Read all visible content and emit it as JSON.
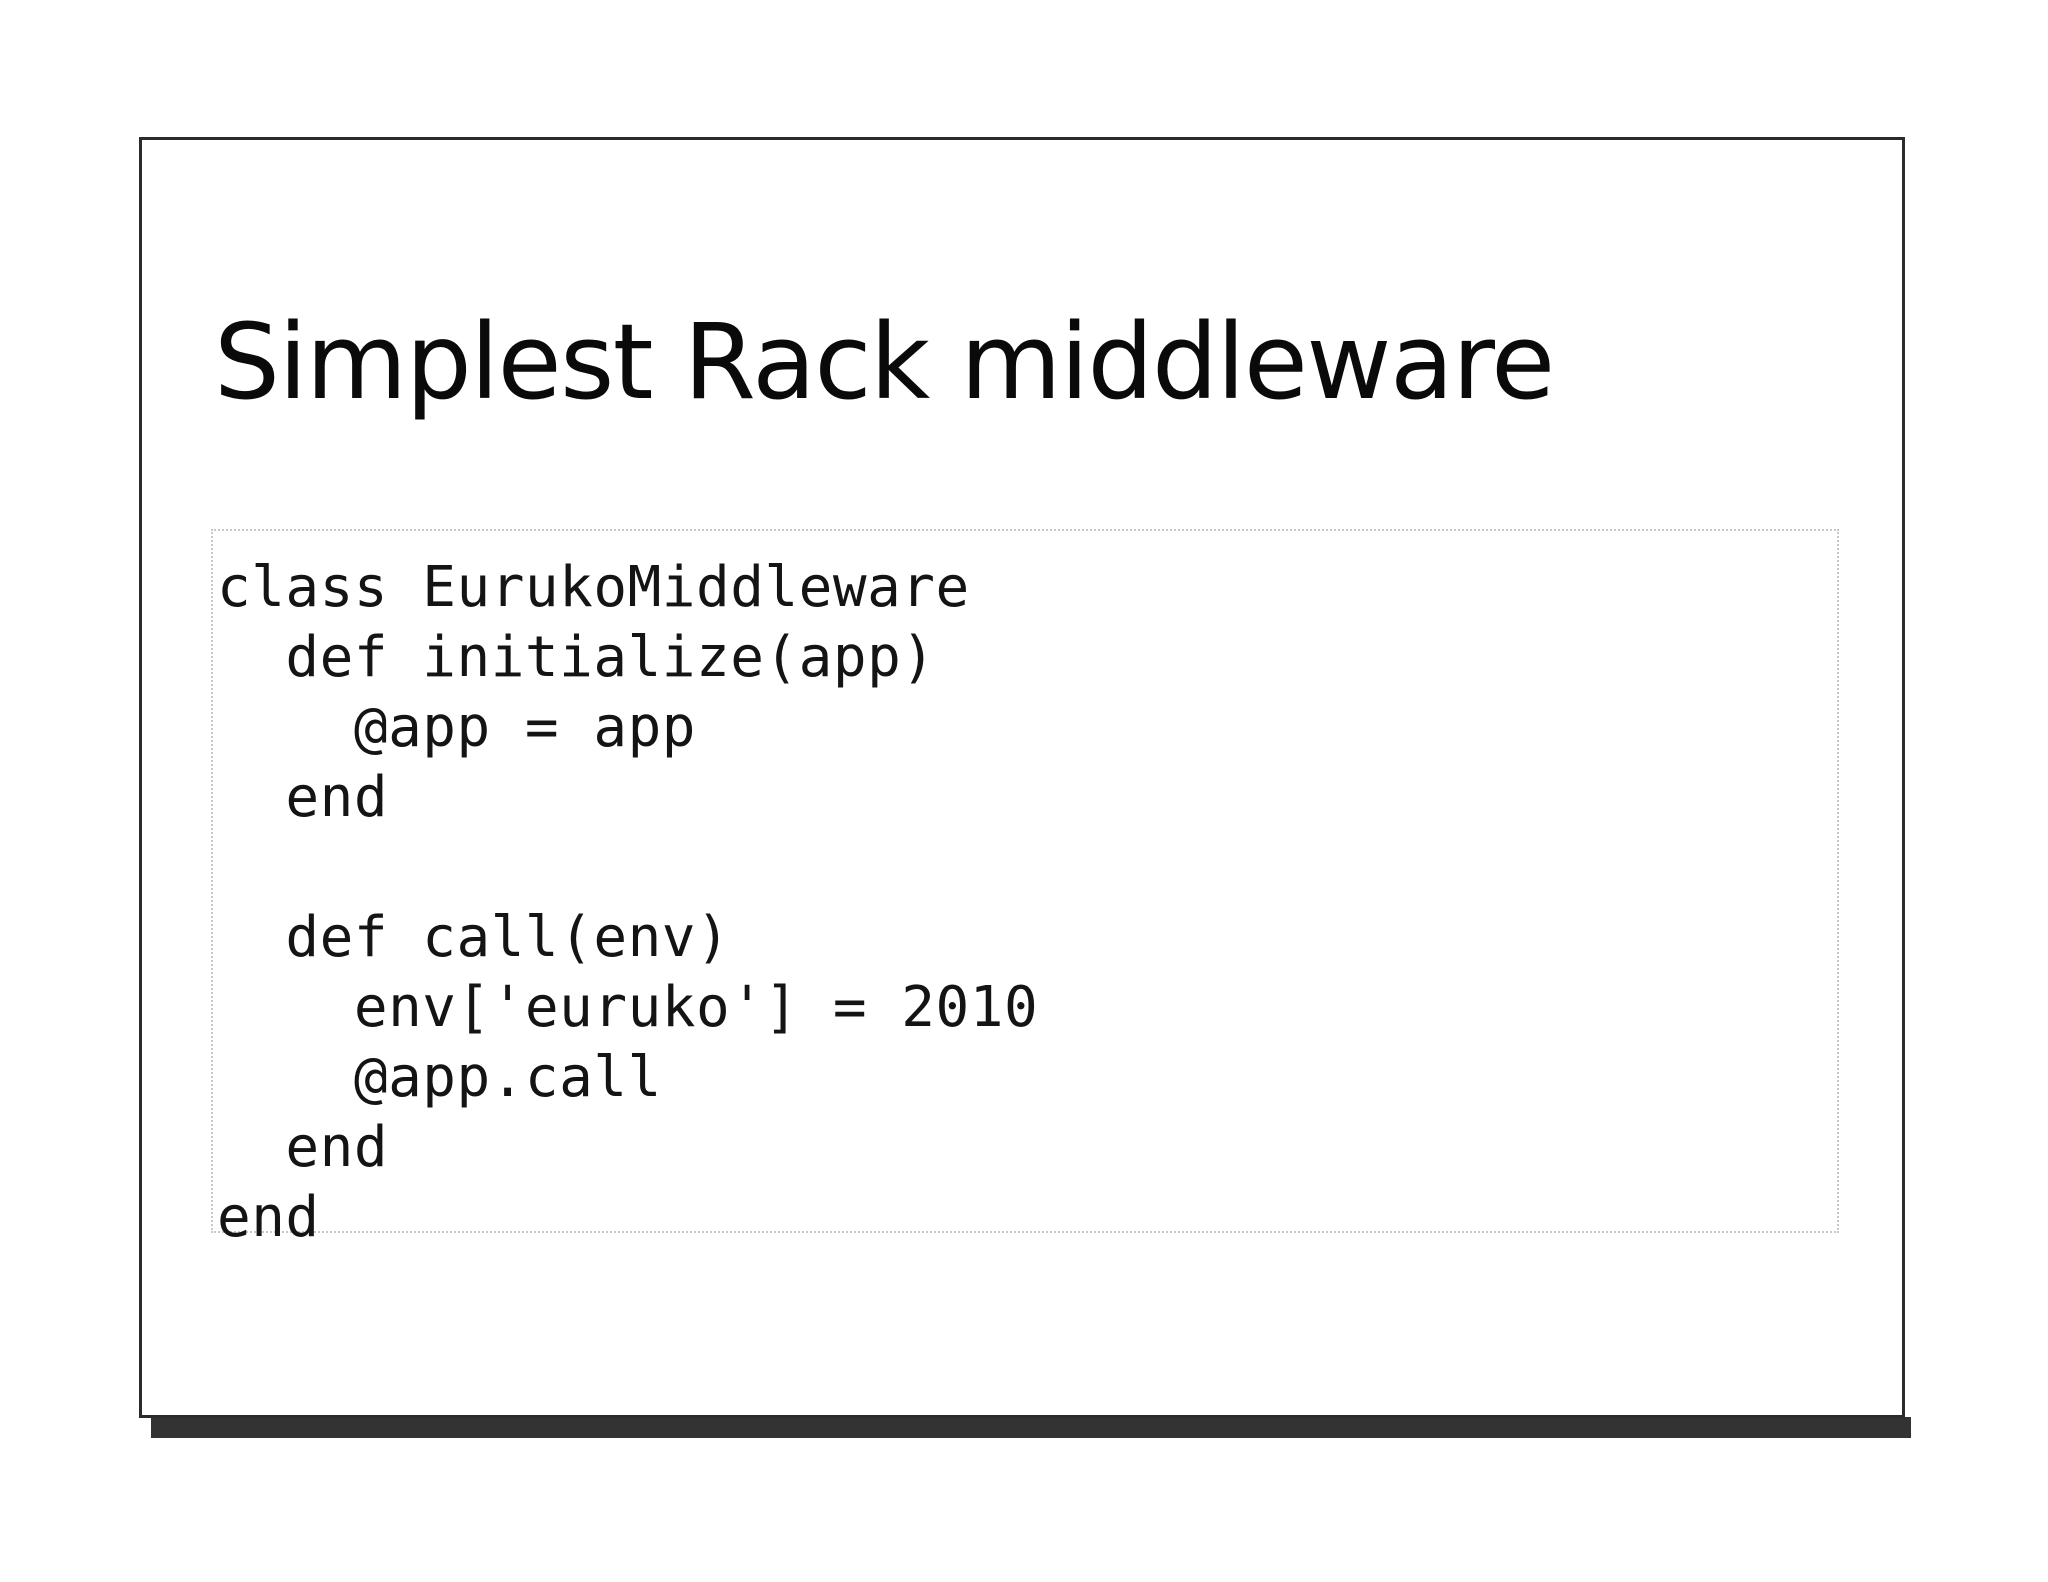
{
  "slide": {
    "title": "Simplest Rack middleware",
    "frame_color": "#2b2b2b",
    "shadow_color": "#333333",
    "background": "#ffffff",
    "code_border_color": "#c8c8c8",
    "text_color": "#0a0a0a"
  },
  "code": {
    "language": "ruby",
    "lines": [
      "class EurukoMiddleware",
      "  def initialize(app)",
      "    @app = app",
      "  end",
      "",
      "  def call(env)",
      "    env['euruko'] = 2010",
      "    @app.call",
      "  end",
      "end"
    ]
  }
}
